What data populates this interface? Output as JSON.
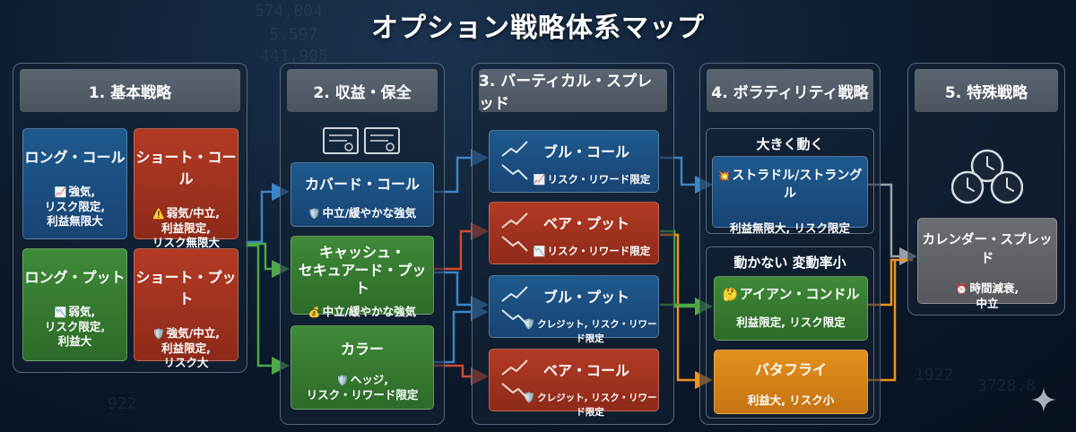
{
  "title": "オプション戦略体系マップ",
  "colors": {
    "blue": "#1f5a8e",
    "red": "#b33a24",
    "green": "#3f8a38",
    "orange": "#e4901e",
    "gray": "#5d6267"
  },
  "background_numbers": [
    "574,004",
    "5.597",
    "441,905",
    "1922",
    "3728.8",
    "922"
  ],
  "columns": [
    {
      "header": "1. 基本戦略"
    },
    {
      "header": "2. 収益・保全"
    },
    {
      "header": "3. バーティカル・スプレッド"
    },
    {
      "header": "4. ボラティリティ戦略"
    },
    {
      "header": "5. 特殊戦略"
    }
  ],
  "basic": [
    {
      "title": "ロング・コール",
      "icon": "chart-up-icon",
      "lines": [
        "強気,",
        "リスク限定,",
        "利益無限大"
      ]
    },
    {
      "title": "ショート・コール",
      "icon": "warning-icon",
      "lines": [
        "弱気/中立,",
        "利益限定,",
        "リスク無限大"
      ]
    },
    {
      "title": "ロング・プット",
      "icon": "chart-down-icon",
      "lines": [
        "弱気,",
        "リスク限定,",
        "利益大"
      ]
    },
    {
      "title": "ショート・プット",
      "icon": "shield-icon",
      "lines": [
        "強気/中立,",
        "利益限定,",
        "リスク大"
      ]
    }
  ],
  "income": [
    {
      "title": "カバード・コール",
      "desc": "中立/緩やかな強気",
      "icon": "shield-icon"
    },
    {
      "title_lines": [
        "キャッシュ・",
        "セキュアード・プット"
      ],
      "desc": "中立/緩やかな強気",
      "icon": "money-bag-icon"
    },
    {
      "title": "カラー",
      "desc_lines": [
        "ヘッジ,",
        "リスク・リワード限定"
      ],
      "icon": "shield-icon"
    }
  ],
  "vertical": [
    {
      "title": "ブル・コール",
      "desc": "リスク・リワード限定",
      "icon": "chart-up-icon"
    },
    {
      "title": "ベア・プット",
      "desc": "リスク・リワード限定",
      "icon": "chart-down-icon"
    },
    {
      "title": "ブル・プット",
      "desc": "クレジット, リスク・リワード限定",
      "icon": "shield-icon"
    },
    {
      "title": "ベア・コール",
      "desc": "クレジット, リスク・リワード限定",
      "icon": "shield-icon"
    }
  ],
  "volatility": {
    "big_move": {
      "label": "大きく動く",
      "title": "ストラドル/ストラングル",
      "desc": "利益無限大, リスク限定",
      "icon": "explosion-icon"
    },
    "no_move": {
      "label": "動かない 変動率小",
      "cards": [
        {
          "title": "アイアン・コンドル",
          "desc": "利益限定, リスク限定",
          "icon": "thinking-face-icon"
        },
        {
          "title": "バタフライ",
          "desc": "利益大, リスク小"
        }
      ]
    }
  },
  "special": {
    "title": "カレンダー・スプレッド",
    "desc_lines": [
      "時間減衰,",
      "中立"
    ],
    "icon": "clock-icon"
  }
}
